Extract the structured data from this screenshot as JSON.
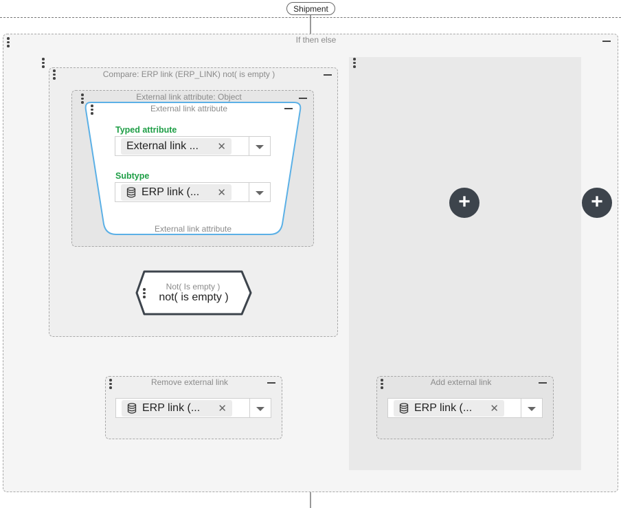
{
  "root": {
    "label": "Shipment"
  },
  "if_then_else": {
    "title": "If then else"
  },
  "compare_block": {
    "title": "Compare: ERP link (ERP_LINK) not( is empty )"
  },
  "object_block": {
    "title": "External link attribute: Object"
  },
  "attribute_block": {
    "title": "External link attribute",
    "footer": "External link attribute",
    "typed_attribute": {
      "label": "Typed attribute",
      "value": "External link ..."
    },
    "subtype": {
      "label": "Subtype",
      "value": "ERP link (..."
    }
  },
  "not_block": {
    "title": "Not( Is empty )",
    "value": "not( is empty )"
  },
  "remove_block": {
    "title": "Remove external link",
    "value": "ERP link (..."
  },
  "add_block": {
    "title": "Add external link",
    "value": "ERP link (..."
  },
  "icons": {
    "plus": "+",
    "clear": "✕"
  }
}
